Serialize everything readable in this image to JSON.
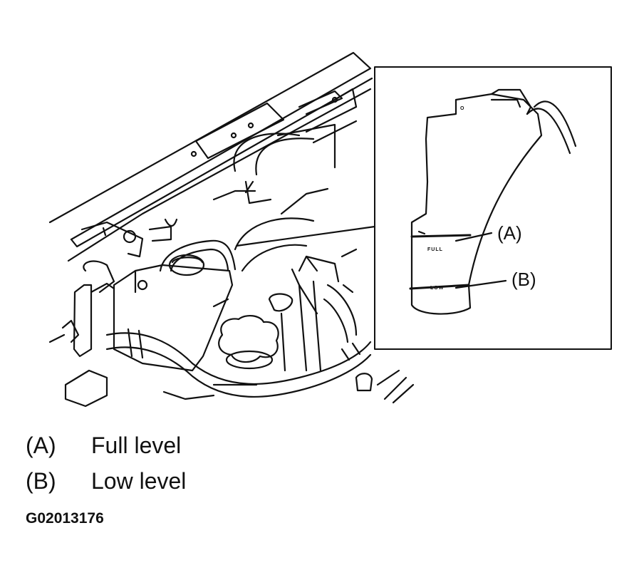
{
  "callouts": {
    "a": "(A)",
    "b": "(B)"
  },
  "tank_marks": {
    "full": "FULL",
    "low": "LOW",
    "cap": "O"
  },
  "legend": [
    {
      "key": "(A)",
      "text": "Full level"
    },
    {
      "key": "(B)",
      "text": "Low level"
    }
  ],
  "figure_id": "G02013176"
}
